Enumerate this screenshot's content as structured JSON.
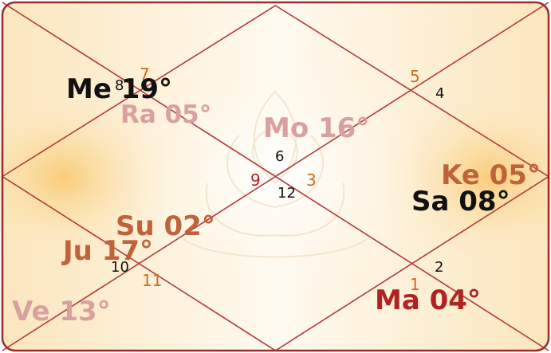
{
  "colors": {
    "line": "#b03a3a",
    "border": "#9b2c2c",
    "bg_cream": "#fdf3dc",
    "bg_glow": "#fbd48c",
    "faded": "#d9a0a0",
    "copper": "#c0623a",
    "dark_red": "#b22222",
    "black": "#111111",
    "sign_orange": "#d2691e"
  },
  "houses": [
    {
      "number": "8",
      "color_key": "black"
    },
    {
      "number": "7",
      "color_key": "sign_orange"
    },
    {
      "number": "5",
      "color_key": "sign_orange"
    },
    {
      "number": "4",
      "color_key": "black"
    },
    {
      "number": "6",
      "color_key": "black"
    },
    {
      "number": "9",
      "color_key": "dark_red"
    },
    {
      "number": "12",
      "color_key": "black"
    },
    {
      "number": "3",
      "color_key": "sign_orange"
    },
    {
      "number": "10",
      "color_key": "black"
    },
    {
      "number": "11",
      "color_key": "sign_orange"
    },
    {
      "number": "2",
      "color_key": "black"
    },
    {
      "number": "1",
      "color_key": "sign_orange"
    }
  ],
  "planets": [
    {
      "label": "Me 19°",
      "color_key": "black"
    },
    {
      "label": "Ra 05°",
      "color_key": "faded"
    },
    {
      "label": "Mo 16°",
      "color_key": "faded"
    },
    {
      "label": "Ke 05°",
      "color_key": "copper"
    },
    {
      "label": "Sa 08°",
      "color_key": "black"
    },
    {
      "label": "Su 02°",
      "color_key": "copper"
    },
    {
      "label": "Ju 17°",
      "color_key": "copper"
    },
    {
      "label": "Ve 13°",
      "color_key": "faded"
    },
    {
      "label": "Ma 04°",
      "color_key": "dark_red"
    }
  ]
}
